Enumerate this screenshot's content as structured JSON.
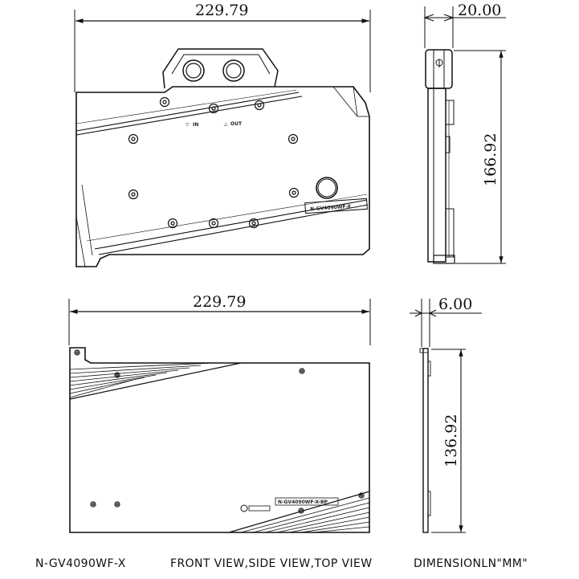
{
  "top_assembly": {
    "width_dim": "229.79",
    "thickness_dim": "20.00",
    "height_dim": "166.92",
    "port_in": "IN",
    "port_out": "OUT",
    "model_plate": "N-GV4090WF-X"
  },
  "backplate": {
    "width_dim": "229.79",
    "thickness_dim": "6.00",
    "height_dim": "136.92",
    "model_plate": "N-GV4090WF-X-BP"
  },
  "footer": {
    "model": "N-GV4090WF-X",
    "views": "FRONT VIEW,SIDE VIEW,TOP VIEW",
    "units": "DIMENSIONLN\"MM\""
  }
}
